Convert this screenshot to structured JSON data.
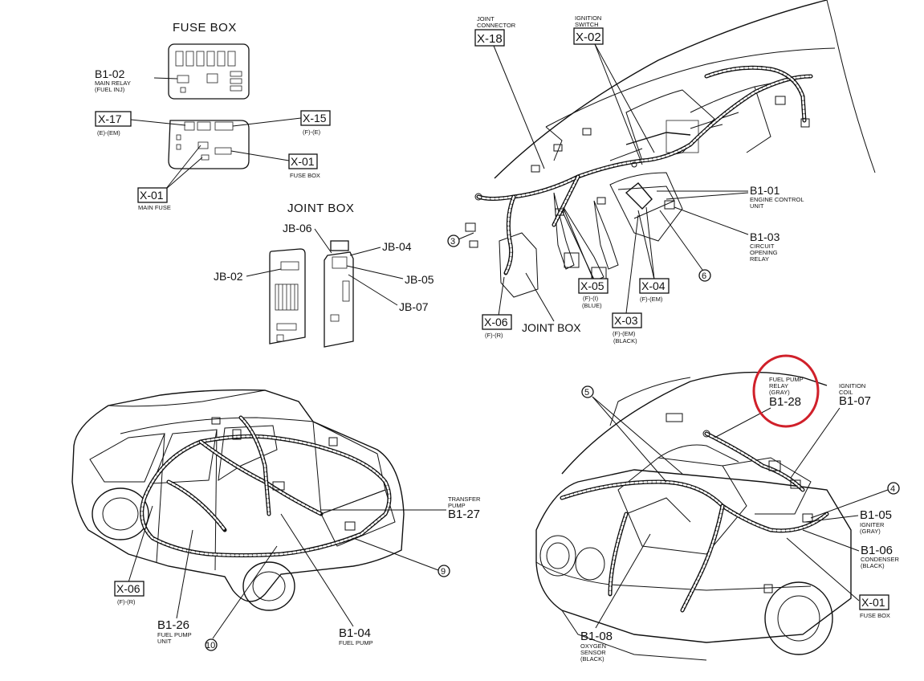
{
  "top_left": {
    "fuse_box_title": "FUSE BOX",
    "joint_box_title": "JOINT BOX",
    "b1_02": {
      "code": "B1-02",
      "desc1": "MAIN RELAY",
      "desc2": "(FUEL INJ)"
    },
    "x_17": {
      "code": "X-17",
      "sub": "(E)-(EM)"
    },
    "x_15": {
      "code": "X-15",
      "sub": "(F)-(E)"
    },
    "x_01_fusebox": {
      "code": "X-01",
      "sub": "FUSE BOX"
    },
    "x_01_mainfuse": {
      "code": "X-01",
      "sub": "MAIN FUSE"
    },
    "jb_06": "JB-06",
    "jb_04": "JB-04",
    "jb_02": "JB-02",
    "jb_05": "JB-05",
    "jb_07": "JB-07"
  },
  "top_right": {
    "x_18": {
      "code": "X-18",
      "desc1": "JOINT",
      "desc2": "CONNECTOR"
    },
    "x_02": {
      "code": "X-02",
      "desc1": "IGNITION",
      "desc2": "SWITCH"
    },
    "b1_01": {
      "code": "B1-01",
      "desc1": "ENGINE CONTROL",
      "desc2": "UNIT"
    },
    "b1_03": {
      "code": "B1-03",
      "desc1": "CIRCUIT",
      "desc2": "OPENING",
      "desc3": "RELAY"
    },
    "x_05": {
      "code": "X-05",
      "sub1": "(F)-(I)",
      "sub2": "(BLUE)"
    },
    "x_04": {
      "code": "X-04",
      "sub": "(F)-(EM)"
    },
    "x_06": {
      "code": "X-06",
      "sub": "(F)-(R)"
    },
    "x_03": {
      "code": "X-03",
      "sub1": "(F)-(EM)",
      "sub2": "(BLACK)"
    },
    "joint_box_label": "JOINT BOX",
    "num_3": "3",
    "num_6": "6"
  },
  "bottom_left": {
    "b1_27": {
      "code": "B1-27",
      "desc1": "TRANSFER",
      "desc2": "PUMP"
    },
    "x_06": {
      "code": "X-06",
      "sub": "(F)-(R)"
    },
    "b1_26": {
      "code": "B1-26",
      "desc1": "FUEL PUMP",
      "desc2": "UNIT"
    },
    "b1_04": {
      "code": "B1-04",
      "desc1": "FUEL PUMP"
    },
    "num_9": "9",
    "num_10": "10"
  },
  "bottom_right": {
    "b1_28": {
      "code": "B1-28",
      "desc1": "FUEL PUMP",
      "desc2": "RELAY",
      "desc3": "(GRAY)"
    },
    "b1_07": {
      "code": "B1-07",
      "desc1": "IGNITION",
      "desc2": "COIL"
    },
    "b1_05": {
      "code": "B1-05",
      "desc1": "IGNITER",
      "desc2": "(GRAY)"
    },
    "b1_06": {
      "code": "B1-06",
      "desc1": "CONDENSER",
      "desc2": "(BLACK)"
    },
    "x_01": {
      "code": "X-01",
      "sub": "FUSE BOX"
    },
    "b1_08": {
      "code": "B1-08",
      "desc1": "OXYGEN",
      "desc2": "SENSOR",
      "desc3": "(BLACK)"
    },
    "num_4": "4",
    "num_5": "5"
  },
  "highlight_color": "#d0202a",
  "icons": [
    "callout-number-3",
    "callout-number-4",
    "callout-number-5",
    "callout-number-6",
    "callout-number-9",
    "callout-number-10",
    "highlight-circle"
  ]
}
